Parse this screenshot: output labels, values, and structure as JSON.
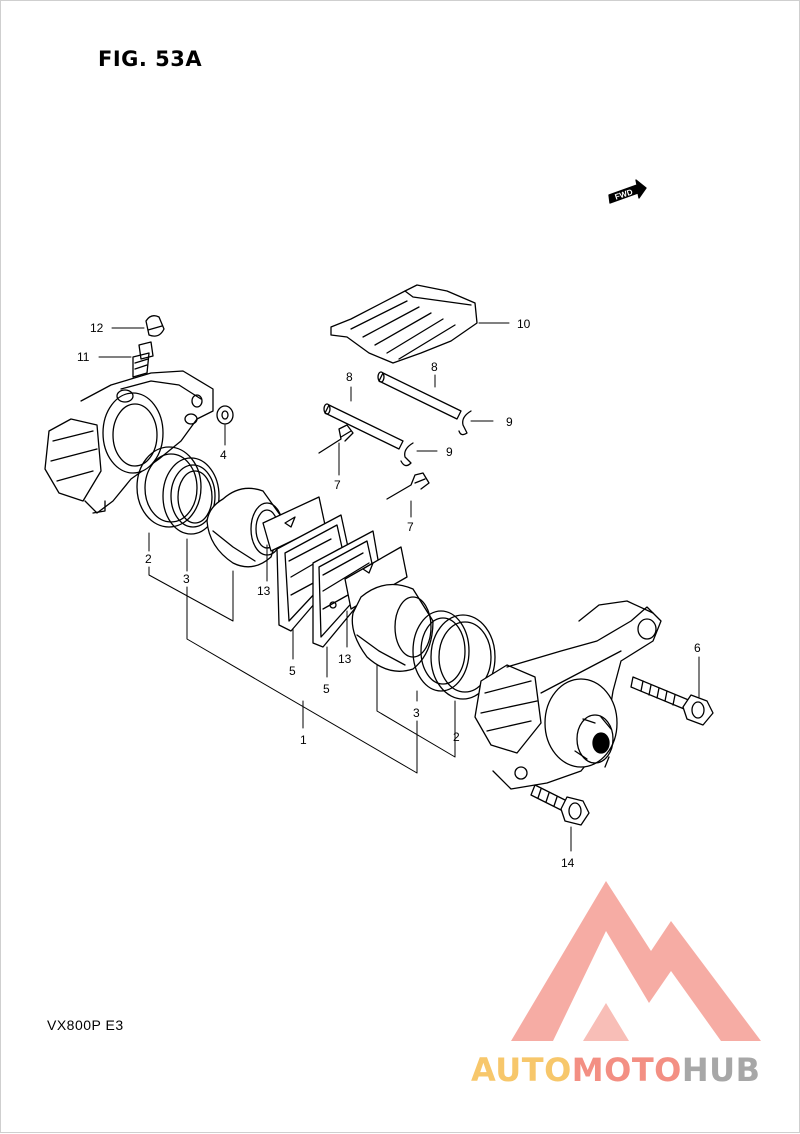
{
  "figure": {
    "title": "FIG. 53A",
    "model": "VX800P  E3",
    "fwd_label": "FWD"
  },
  "callouts": [
    {
      "id": "c1",
      "label": "1"
    },
    {
      "id": "c2a",
      "label": "2"
    },
    {
      "id": "c2b",
      "label": "2"
    },
    {
      "id": "c3a",
      "label": "3"
    },
    {
      "id": "c3b",
      "label": "3"
    },
    {
      "id": "c4",
      "label": "4"
    },
    {
      "id": "c5a",
      "label": "5"
    },
    {
      "id": "c5b",
      "label": "5"
    },
    {
      "id": "c6",
      "label": "6"
    },
    {
      "id": "c7a",
      "label": "7"
    },
    {
      "id": "c7b",
      "label": "7"
    },
    {
      "id": "c8a",
      "label": "8"
    },
    {
      "id": "c8b",
      "label": "8"
    },
    {
      "id": "c9a",
      "label": "9"
    },
    {
      "id": "c9b",
      "label": "9"
    },
    {
      "id": "c10",
      "label": "10"
    },
    {
      "id": "c11",
      "label": "11"
    },
    {
      "id": "c12",
      "label": "12"
    },
    {
      "id": "c13a",
      "label": "13"
    },
    {
      "id": "c13b",
      "label": "13"
    },
    {
      "id": "c14",
      "label": "14"
    }
  ],
  "watermark": {
    "part1": "AUTO",
    "part2": "MOTO",
    "part3": "HUB",
    "colors": {
      "auto": "#f5b53a",
      "moto": "#ef6a5a",
      "hub": "#8a8a8a",
      "logo": "#ef6a5a"
    }
  }
}
